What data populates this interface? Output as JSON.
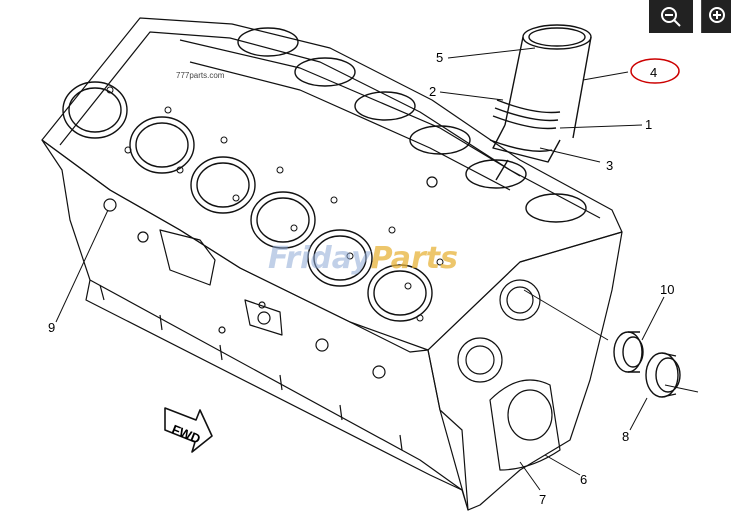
{
  "diagram": {
    "callouts": {
      "c1": "1",
      "c2": "2",
      "c3": "3",
      "c4": "4",
      "c5": "5",
      "c6": "6",
      "c7": "7",
      "c8": "8",
      "c9": "9",
      "c10": "10"
    },
    "fwd_label": "FWD",
    "highlight_color": "#cc0000"
  },
  "watermark": {
    "brand_main": "Friday",
    "brand_accent": "Parts",
    "small_text": "777parts.com"
  },
  "controls": {
    "zoom_out_icon": "zoom-out-icon",
    "zoom_in_icon": "zoom-in-icon"
  }
}
